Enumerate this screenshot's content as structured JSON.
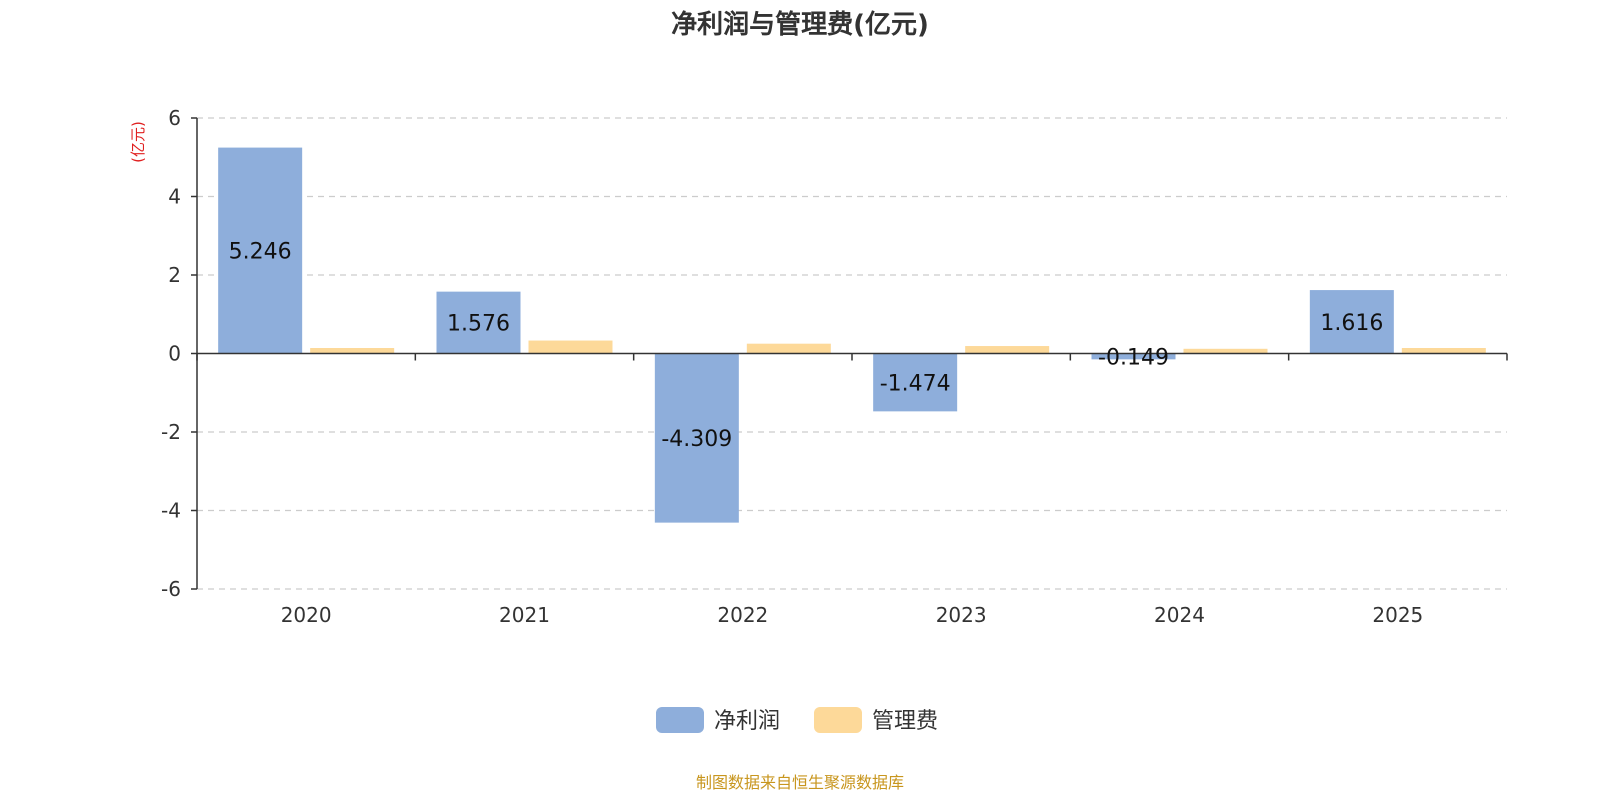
{
  "chart_data": {
    "type": "bar",
    "title": "净利润与管理费(亿元)",
    "ylabel": "(亿元)",
    "categories": [
      "2020",
      "2021",
      "2022",
      "2023",
      "2024",
      "2025"
    ],
    "series": [
      {
        "name": "净利润",
        "values": [
          5.246,
          1.576,
          -4.309,
          -1.474,
          -0.149,
          1.616
        ],
        "color": "#8EAEDB",
        "show_labels": true
      },
      {
        "name": "管理费",
        "values": [
          0.14,
          0.33,
          0.25,
          0.19,
          0.12,
          0.14
        ],
        "color": "#FDD999",
        "show_labels": false
      }
    ],
    "ylim": [
      -6,
      6
    ],
    "yticks": [
      6,
      4,
      2,
      0,
      -2,
      -4,
      -6
    ],
    "grid": true,
    "legend_position": "bottom-center"
  },
  "footer": {
    "source": "制图数据来自恒生聚源数据库"
  },
  "colors": {
    "title": "#333333",
    "unit": "#E02020",
    "source": "#C8961E",
    "grid": "#CCCCCC",
    "axis": "#333333"
  }
}
